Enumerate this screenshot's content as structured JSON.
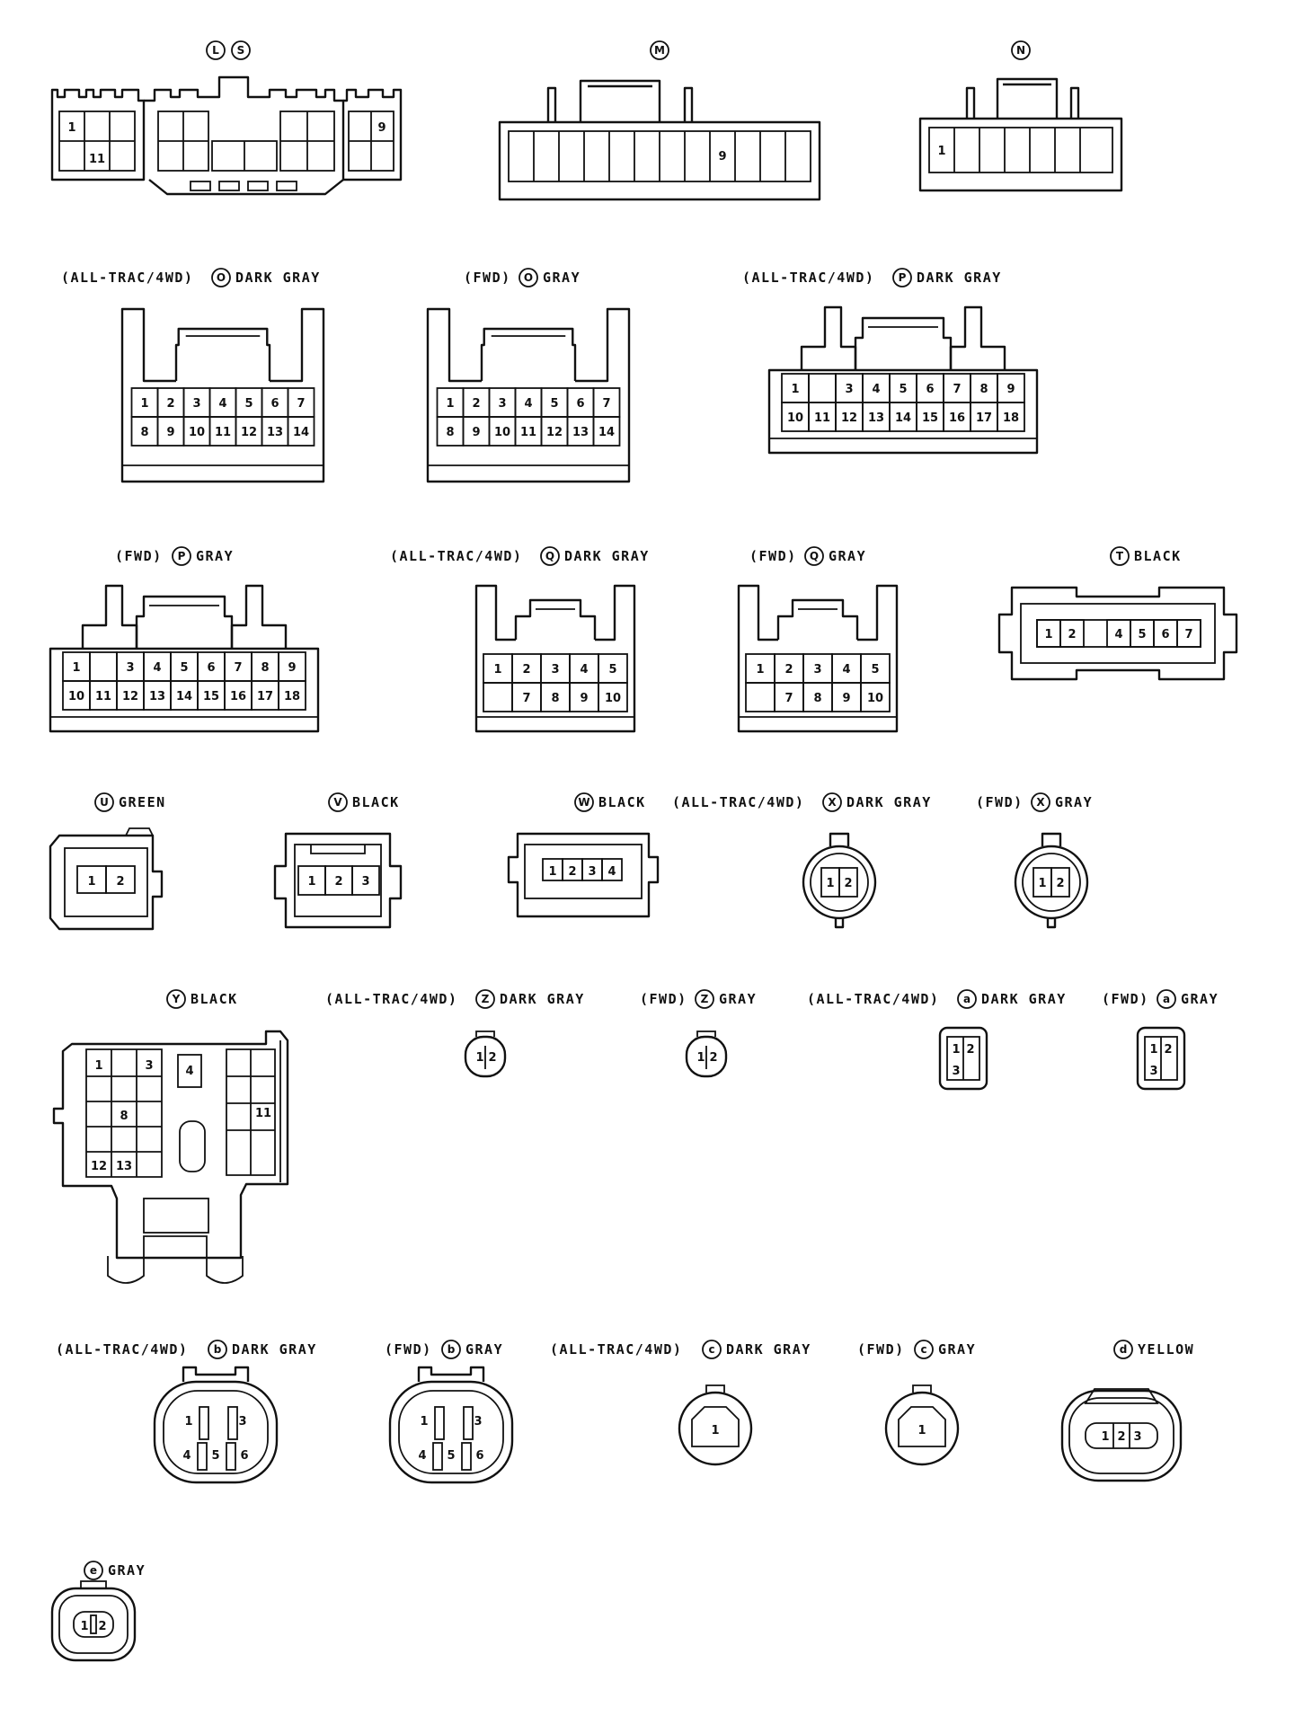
{
  "connectors": {
    "ls": {
      "codes": [
        "L",
        "S"
      ]
    },
    "m": {
      "code": "M",
      "pins": {
        "9": "9"
      }
    },
    "n": {
      "code": "N",
      "pins": {
        "1": "1"
      }
    },
    "o_all": {
      "prefix": "(ALL-TRAC/4WD)",
      "code": "O",
      "color": "DARK GRAY",
      "row1": [
        "1",
        "2",
        "3",
        "4",
        "5",
        "6",
        "7"
      ],
      "row2": [
        "8",
        "9",
        "10",
        "11",
        "12",
        "13",
        "14"
      ]
    },
    "o_fwd": {
      "prefix": "(FWD)",
      "code": "O",
      "color": "GRAY",
      "row1": [
        "1",
        "2",
        "3",
        "4",
        "5",
        "6",
        "7"
      ],
      "row2": [
        "8",
        "9",
        "10",
        "11",
        "12",
        "13",
        "14"
      ]
    },
    "p_all": {
      "prefix": "(ALL-TRAC/4WD)",
      "code": "P",
      "color": "DARK GRAY",
      "row1": [
        "1",
        "",
        "3",
        "4",
        "5",
        "6",
        "7",
        "8",
        "9"
      ],
      "row2": [
        "10",
        "11",
        "12",
        "13",
        "14",
        "15",
        "16",
        "17",
        "18"
      ]
    },
    "p_fwd": {
      "prefix": "(FWD)",
      "code": "P",
      "color": "GRAY",
      "row1": [
        "1",
        "",
        "3",
        "4",
        "5",
        "6",
        "7",
        "8",
        "9"
      ],
      "row2": [
        "10",
        "11",
        "12",
        "13",
        "14",
        "15",
        "16",
        "17",
        "18"
      ]
    },
    "q_all": {
      "prefix": "(ALL-TRAC/4WD)",
      "code": "Q",
      "color": "DARK GRAY",
      "row1": [
        "1",
        "2",
        "3",
        "4",
        "5"
      ],
      "row2": [
        "",
        "7",
        "8",
        "9",
        "10"
      ]
    },
    "q_fwd": {
      "prefix": "(FWD)",
      "code": "Q",
      "color": "GRAY",
      "row1": [
        "1",
        "2",
        "3",
        "4",
        "5"
      ],
      "row2": [
        "",
        "7",
        "8",
        "9",
        "10"
      ]
    },
    "t": {
      "code": "T",
      "color": "BLACK",
      "row1": [
        "1",
        "2",
        "",
        "4",
        "5",
        "6",
        "7"
      ]
    },
    "u": {
      "code": "U",
      "color": "GREEN",
      "row1": [
        "1",
        "2"
      ]
    },
    "v": {
      "code": "V",
      "color": "BLACK",
      "row1": [
        "1",
        "2",
        "3"
      ]
    },
    "w": {
      "code": "W",
      "color": "BLACK",
      "row1": [
        "1",
        "2",
        "3",
        "4"
      ]
    },
    "x_all": {
      "prefix": "(ALL-TRAC/4WD)",
      "code": "X",
      "color": "DARK GRAY",
      "row1": [
        "1",
        "2"
      ]
    },
    "x_fwd": {
      "prefix": "(FWD)",
      "code": "X",
      "color": "GRAY",
      "row1": [
        "1",
        "2"
      ]
    },
    "y": {
      "code": "Y",
      "color": "BLACK",
      "pins": [
        "1",
        "3",
        "4",
        "8",
        "11",
        "12",
        "13"
      ]
    },
    "z_all": {
      "prefix": "(ALL-TRAC/4WD)",
      "code": "Z",
      "color": "DARK GRAY",
      "row1": [
        "1",
        "2"
      ]
    },
    "z_fwd": {
      "prefix": "(FWD)",
      "code": "Z",
      "color": "GRAY",
      "row1": [
        "1",
        "2"
      ]
    },
    "a_all": {
      "prefix": "(ALL-TRAC/4WD)",
      "code": "a",
      "color": "DARK GRAY",
      "pins": [
        "1",
        "2",
        "3"
      ]
    },
    "a_fwd": {
      "prefix": "(FWD)",
      "code": "a",
      "color": "GRAY",
      "pins": [
        "1",
        "2",
        "3"
      ]
    },
    "b_all": {
      "prefix": "(ALL-TRAC/4WD)",
      "code": "b",
      "color": "DARK GRAY",
      "pins": [
        "1",
        "3",
        "4",
        "5",
        "6"
      ]
    },
    "b_fwd": {
      "prefix": "(FWD)",
      "code": "b",
      "color": "GRAY",
      "pins": [
        "1",
        "3",
        "4",
        "5",
        "6"
      ]
    },
    "c_all": {
      "prefix": "(ALL-TRAC/4WD)",
      "code": "c",
      "color": "DARK GRAY",
      "pins": [
        "1"
      ]
    },
    "c_fwd": {
      "prefix": "(FWD)",
      "code": "c",
      "color": "GRAY",
      "pins": [
        "1"
      ]
    },
    "d": {
      "code": "d",
      "color": "YELLOW",
      "pins": [
        "1",
        "2",
        "3"
      ]
    },
    "e": {
      "code": "e",
      "color": "GRAY",
      "pins": [
        "1",
        "2"
      ]
    }
  }
}
